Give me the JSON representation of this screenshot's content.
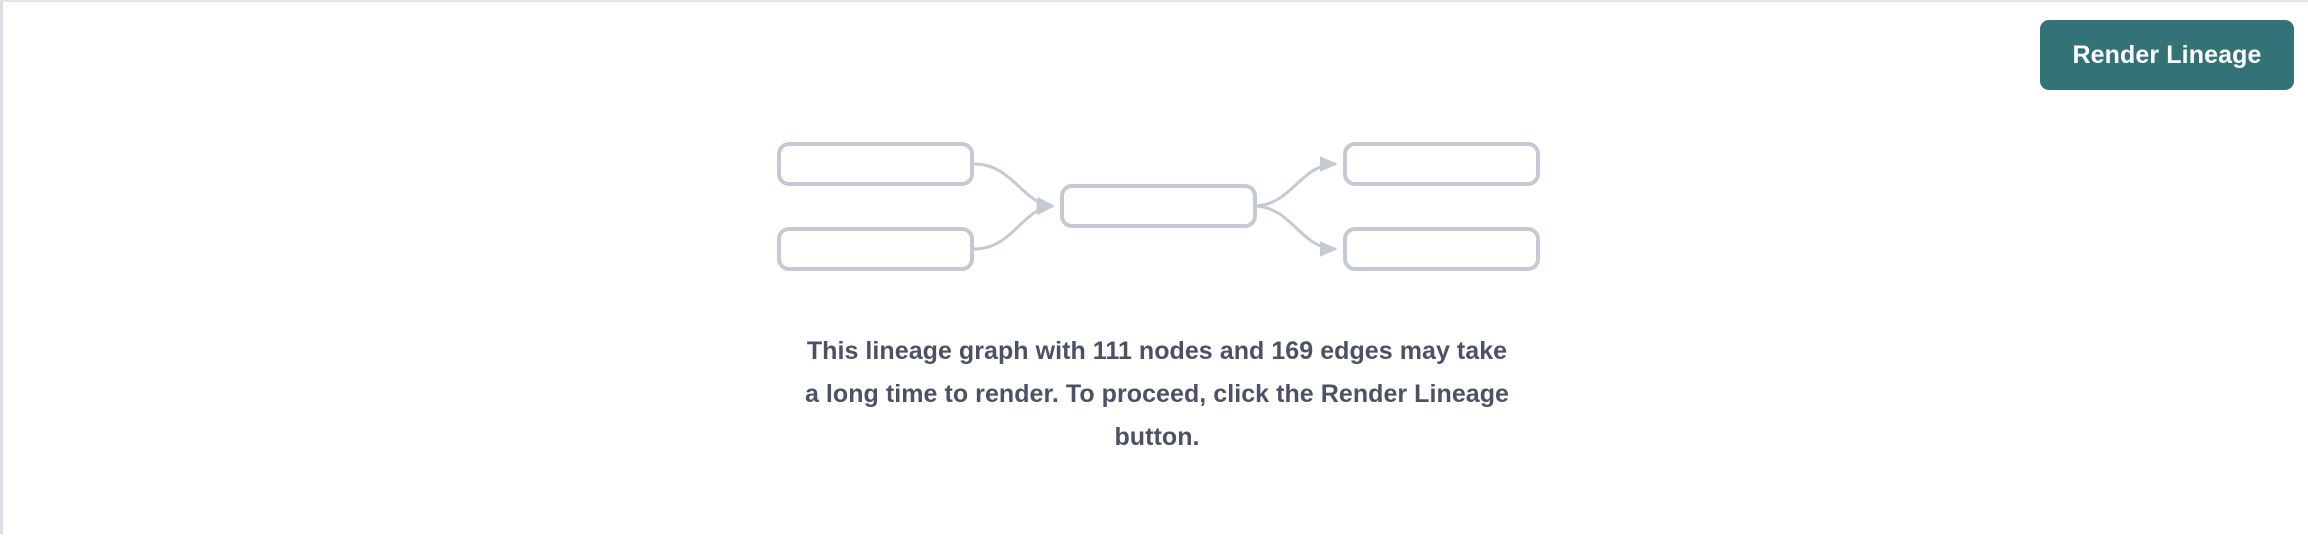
{
  "panel": {
    "background_color": "#ffffff",
    "border_color": "#e3e5e9"
  },
  "toolbar": {
    "render_lineage_label": "Render Lineage",
    "render_lineage_color": "#337377",
    "render_lineage_text_color": "#ffffff"
  },
  "graph_placeholder": {
    "node_border_color": "#c4cad4",
    "edge_color": "#c4cad4",
    "nodes": [
      {
        "id": "source-1",
        "label": ""
      },
      {
        "id": "source-2",
        "label": ""
      },
      {
        "id": "center",
        "label": ""
      },
      {
        "id": "target-1",
        "label": ""
      },
      {
        "id": "target-2",
        "label": ""
      }
    ],
    "edges": [
      {
        "from": "source-1",
        "to": "center"
      },
      {
        "from": "source-2",
        "to": "center"
      },
      {
        "from": "center",
        "to": "target-1"
      },
      {
        "from": "center",
        "to": "target-2"
      }
    ]
  },
  "message": {
    "text_color": "#4b5264",
    "node_count": "111",
    "edge_count": "169",
    "lines": [
      "This lineage graph with 111 nodes and 169 edges may take",
      "a long time to render. To proceed, click the Render Lineage",
      "button."
    ]
  }
}
